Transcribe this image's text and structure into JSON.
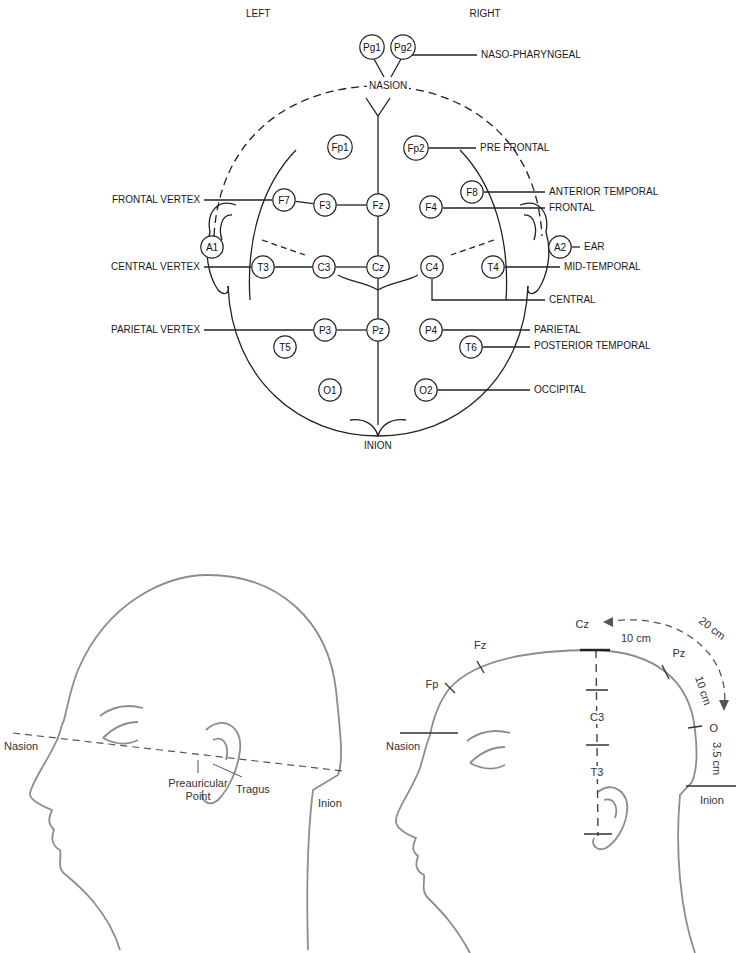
{
  "diagram": {
    "nodes": [
      {
        "text": [
          "Pg1"
        ]
      },
      {
        "text": [
          "Pg2"
        ]
      },
      {
        "text": [
          "Fp1"
        ]
      },
      {
        "text": [
          "Fp2"
        ]
      },
      {
        "text": [
          "F7"
        ]
      },
      {
        "text": [
          "F3"
        ]
      },
      {
        "text": [
          "Fz"
        ]
      },
      {
        "text": [
          "F4"
        ]
      },
      {
        "text": [
          "F8"
        ]
      },
      {
        "text": [
          "A1"
        ]
      },
      {
        "text": [
          "T3"
        ]
      },
      {
        "text": [
          "C3"
        ]
      },
      {
        "text": [
          "Cz"
        ]
      },
      {
        "text": [
          "C4"
        ]
      },
      {
        "text": [
          "T4"
        ]
      },
      {
        "text": [
          "A2"
        ]
      },
      {
        "text": [
          "T5"
        ]
      },
      {
        "text": [
          "P3"
        ]
      },
      {
        "text": [
          "Pz"
        ]
      },
      {
        "text": [
          "P4"
        ]
      },
      {
        "text": [
          "T6"
        ]
      },
      {
        "text": [
          "O1"
        ]
      },
      {
        "text": [
          "O2"
        ]
      }
    ],
    "edges": [
      {
        "from": 4,
        "to": 5,
        "arrow": "none"
      },
      {
        "from": 5,
        "to": 6,
        "arrow": "none"
      },
      {
        "from": 10,
        "to": 11,
        "arrow": "none"
      },
      {
        "from": 11,
        "to": 12,
        "arrow": "none"
      },
      {
        "from": 17,
        "to": 18,
        "arrow": "none"
      }
    ],
    "labels": [
      "LEFT",
      "RIGHT",
      "NASO-PHARYNGEAL",
      "NASION",
      "PRE FRONTAL",
      "FRONTAL VERTEX",
      "ANTERIOR TEMPORAL",
      "FRONTAL",
      "EAR",
      "CENTRAL VERTEX",
      "MID-TEMPORAL",
      "CENTRAL",
      "PARIETAL VERTEX",
      "PARIETAL",
      "POSTERIOR TEMPORAL",
      "OCCIPITAL",
      "INION",
      "Nasion",
      "Preauricular Point",
      "Tragus",
      "Inion",
      "Cz",
      "10 cm",
      "20 cm",
      "Pz",
      "10 cm",
      "Fz",
      "C3",
      "Fp",
      "T3",
      "Nasion",
      "O",
      "3.5 cm",
      "Inion"
    ]
  }
}
